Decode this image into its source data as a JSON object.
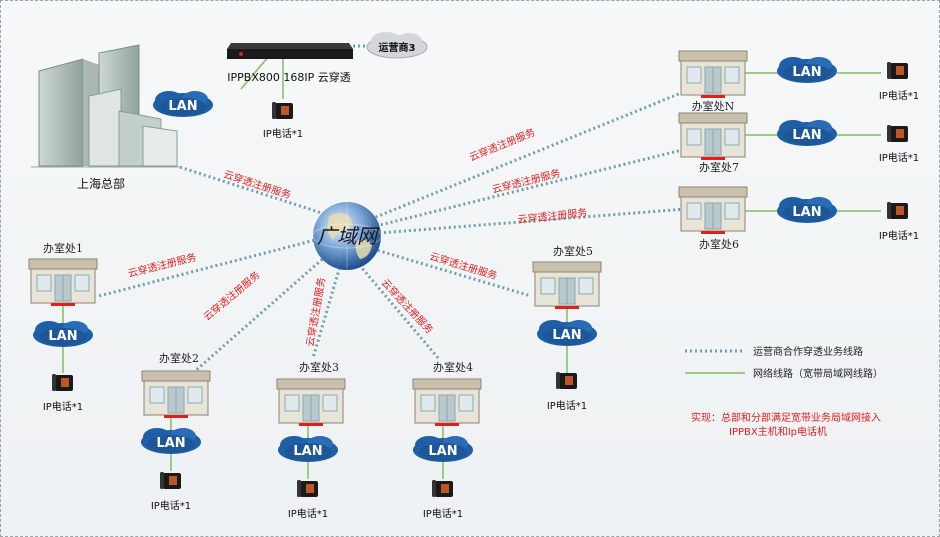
{
  "hq": {
    "label": "上海总部"
  },
  "pbx": {
    "label": "IPPBX800 168IP 云穿透"
  },
  "carrier": {
    "label": "运营商3"
  },
  "wan": {
    "label": "广域网"
  },
  "lan_label": "LAN",
  "phone_label": "IP电话*1",
  "link_label": "云穿透注册服务",
  "offices": [
    "办室处1",
    "办室处2",
    "办室处3",
    "办室处4",
    "办室处5",
    "办室处6",
    "办室处7",
    "办室处N"
  ],
  "legend": {
    "dotted": "运营商合作穿透业务线路",
    "solid": "网络线路（宽带局域网线路）"
  },
  "note": {
    "line1": "实现：总部和分部满足宽带业务局域网接入",
    "line2": "IPPBX主机和Ip电话机"
  },
  "colors": {
    "dotted_line": "#6f9fa8",
    "solid_line": "#7fbf5f",
    "lan_cloud": "#1f5fa6",
    "accent_red": "#e02020"
  }
}
